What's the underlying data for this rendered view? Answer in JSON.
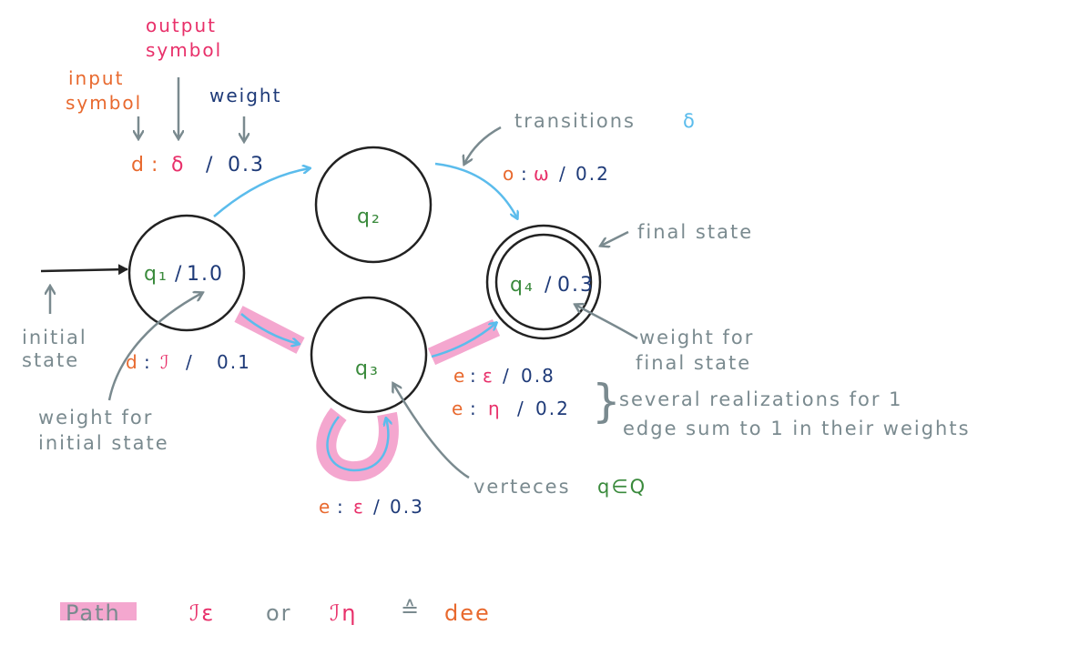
{
  "legend": {
    "output_line1": "output",
    "output_line2": "symbol",
    "input_line1": "input",
    "input_line2": "symbol",
    "weight": "weight"
  },
  "example_label": {
    "input": "d",
    "colon": ":",
    "output": "δ",
    "slash": "/",
    "weight": "0.3"
  },
  "states": {
    "q1": {
      "name": "q₁",
      "slash": "/",
      "weight": "1.0"
    },
    "q2": {
      "name": "q₂"
    },
    "q3": {
      "name": "q₃"
    },
    "q4": {
      "name": "q₄",
      "slash": "/",
      "weight": "0.3"
    }
  },
  "edges": {
    "q2_q4": {
      "input": "o",
      "colon": ":",
      "output": "ω",
      "slash": "/",
      "weight": "0.2"
    },
    "q1_q3": {
      "input": "d",
      "colon": ":",
      "output": "ℐ",
      "slash": "/",
      "weight": "0.1"
    },
    "q3_q4_a": {
      "input": "e",
      "colon": ":",
      "output": "ε",
      "slash": "/",
      "weight": "0.8"
    },
    "q3_q4_b": {
      "input": "e",
      "colon": ":",
      "output": "η",
      "slash": "/",
      "weight": "0.2"
    },
    "q3_loop": {
      "input": "e",
      "colon": ":",
      "output": "ε",
      "slash": "/",
      "weight": "0.3"
    }
  },
  "annotations": {
    "transitions": "transitions",
    "transitions_symbol": "δ",
    "final_state": "final state",
    "initial_line1": "initial",
    "initial_line2": "state",
    "weight_initial_line1": "weight for",
    "weight_initial_line2": "initial state",
    "weight_final_line1": "weight for",
    "weight_final_line2": "final state",
    "several_line1": "several realizations for 1",
    "several_line2": "edge sum to 1 in their weights",
    "vertices": "verteces",
    "vertices_symbol": "q∈Q",
    "brace": "}"
  },
  "path_line": {
    "label": "Path",
    "seq1": "ℐε",
    "or": "or",
    "seq2": "ℐη",
    "equiv": "≙",
    "result": "dee"
  },
  "colors": {
    "input": "#e8692e",
    "output": "#e8306a",
    "weight": "#1e3a78",
    "state_name": "#3a8a3c",
    "transition_arrow": "#5bbcec",
    "annotation": "#7a8a8f",
    "path_highlight": "#f4a7cf"
  }
}
